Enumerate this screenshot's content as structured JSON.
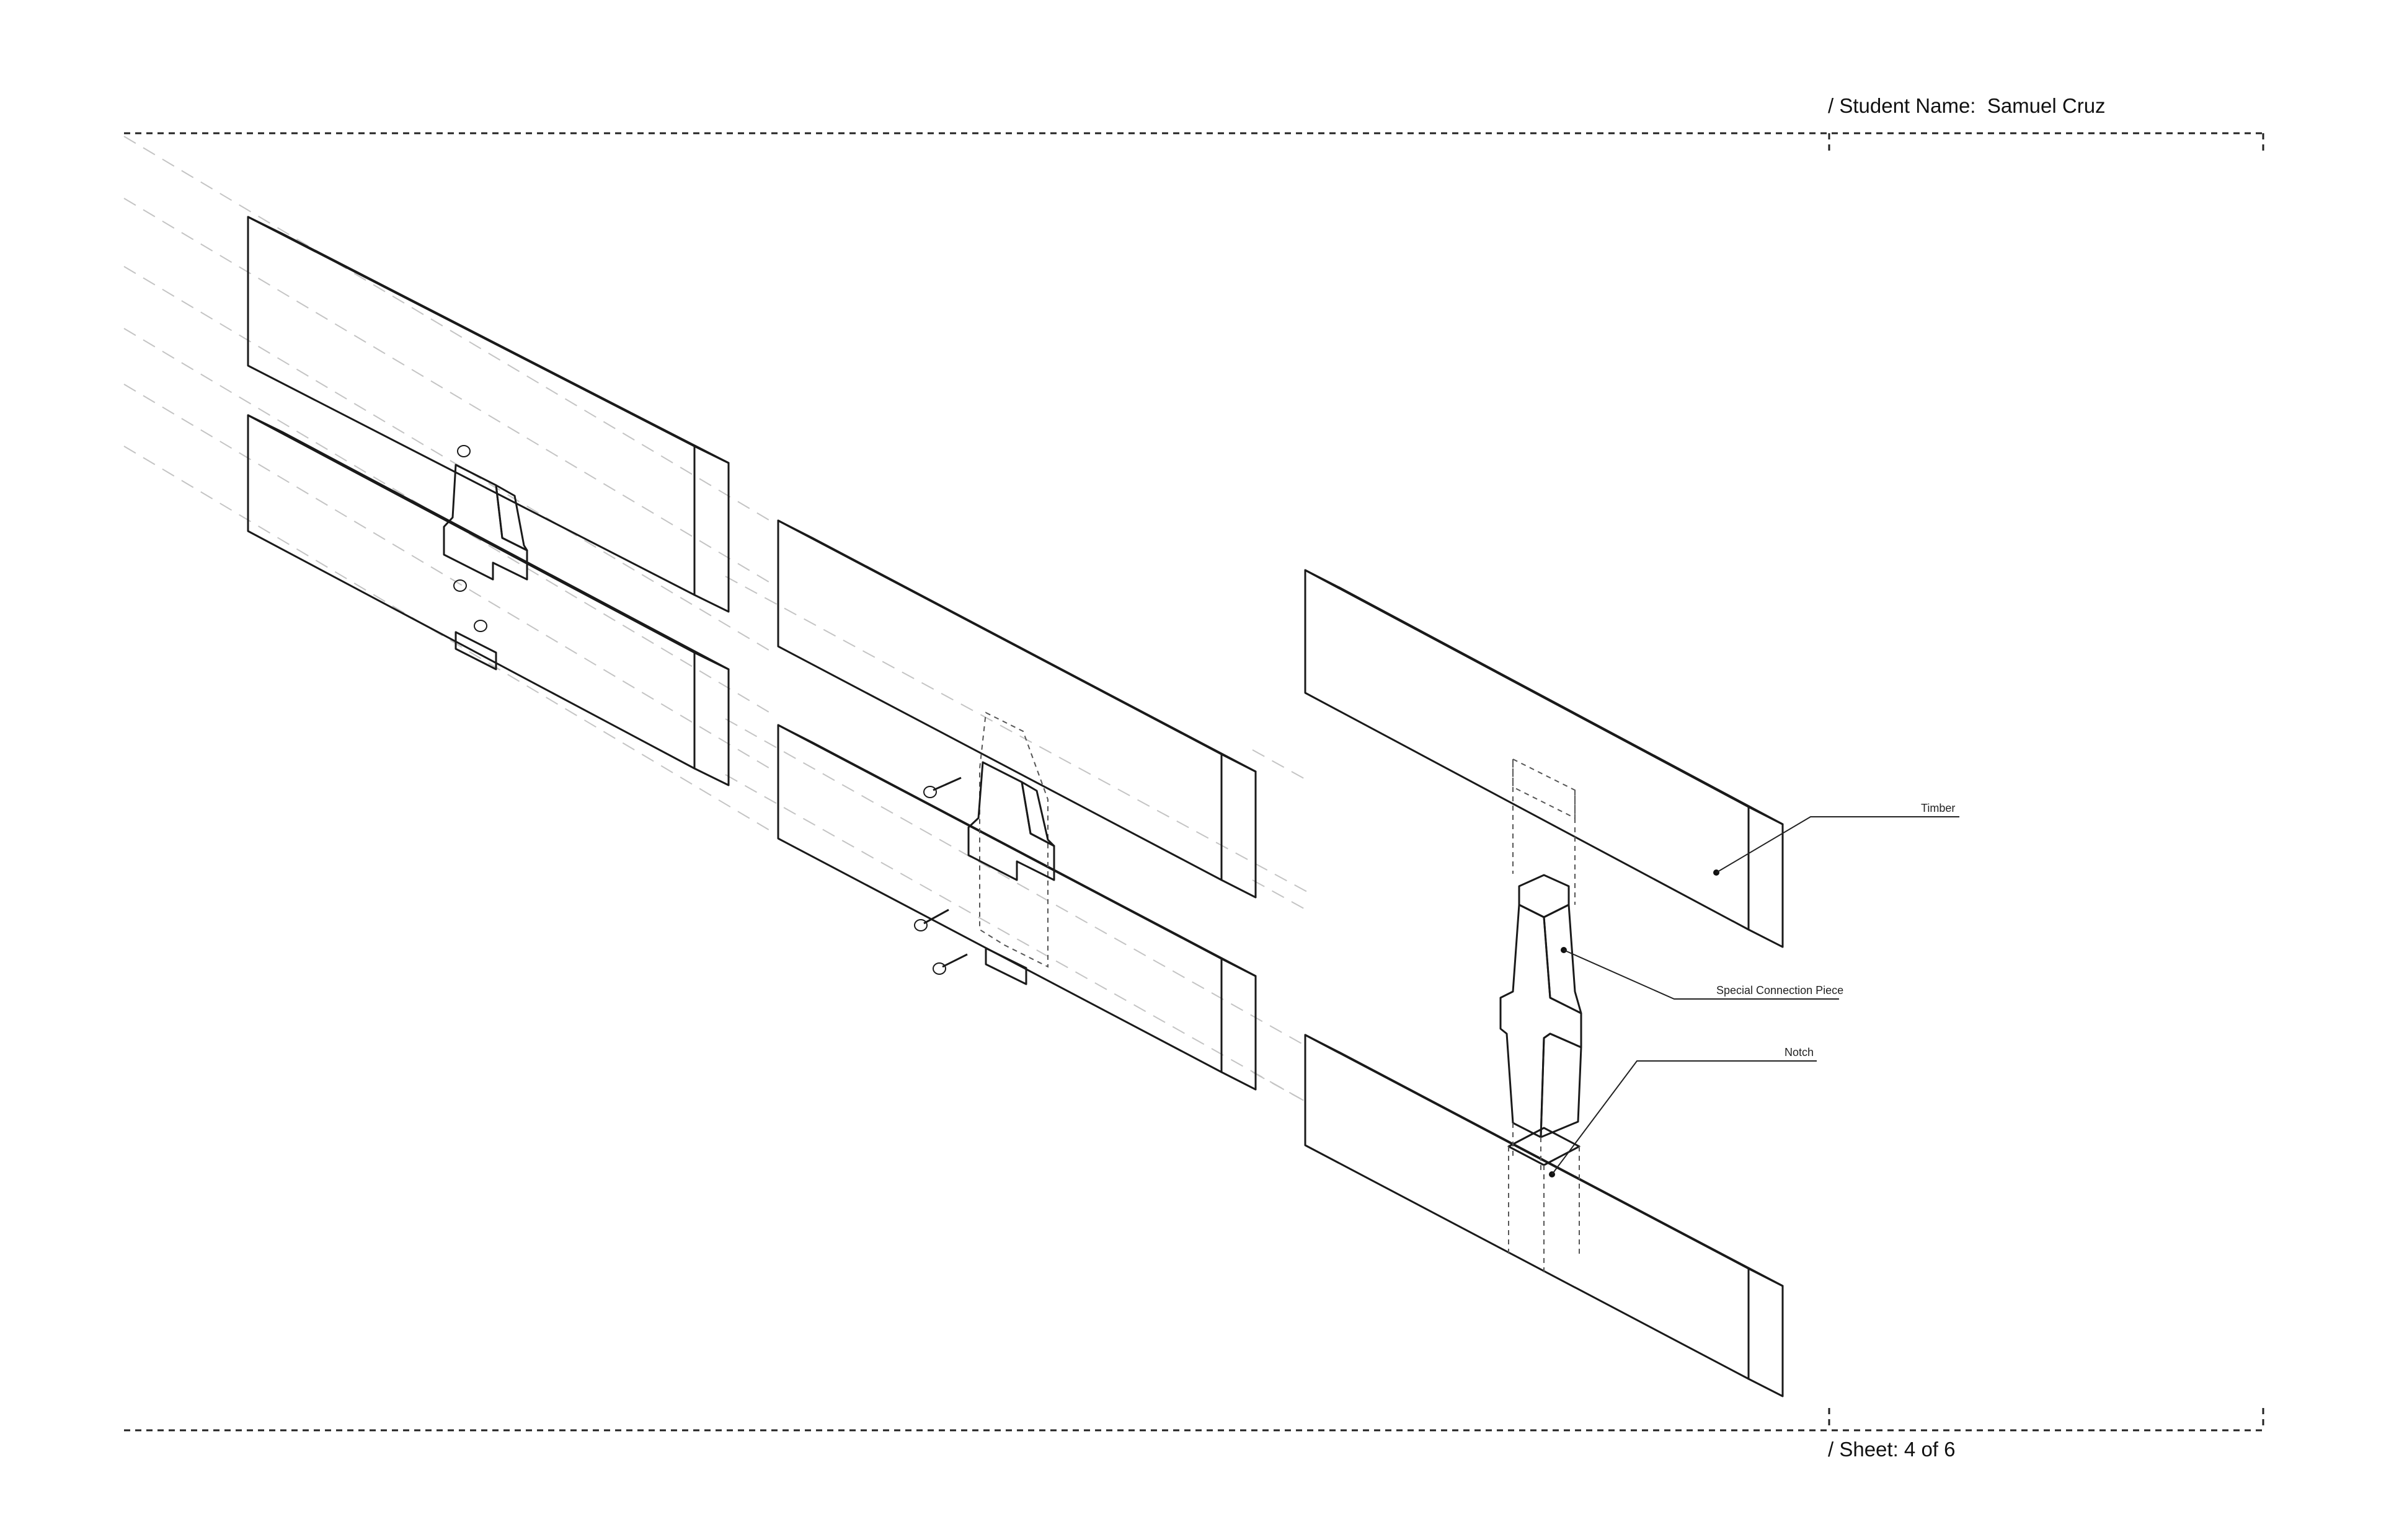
{
  "header": {
    "student_label": "/ Student Name:",
    "student_name": "Samuel Cruz"
  },
  "footer": {
    "sheet_label": "/ Sheet:",
    "sheet_value": "4 of 6"
  },
  "callouts": {
    "timber": "Timber",
    "connection": "Special Connection Piece",
    "notch": "Notch"
  },
  "colors": {
    "line": "#1a1a1a",
    "grain": "#b9b9b9",
    "projection": "#c4c4c4",
    "face_top": "#f4f4f4",
    "face_side": "#e9e9e9",
    "face_end": "#f1f1f1"
  }
}
